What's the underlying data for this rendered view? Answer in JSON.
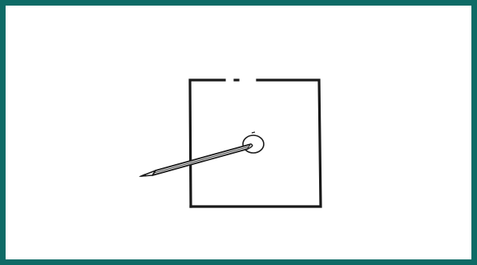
{
  "colors": {
    "frame_border": "#0e6b66",
    "background": "#ffffff",
    "ink": "#1a1a1a",
    "pencil_fill": "#f2f2f2"
  },
  "illustration": {
    "subject": "pencil-piercing-square",
    "icons": [
      "square-outline",
      "pencil-icon",
      "hole-circle"
    ]
  }
}
